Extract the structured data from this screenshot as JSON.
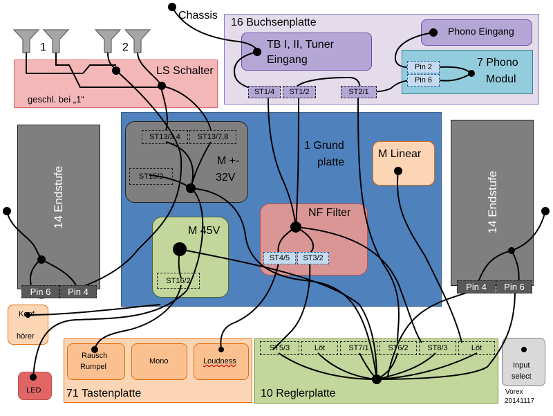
{
  "chassis": "Chassis",
  "speakers": {
    "group1": "1",
    "group2": "2"
  },
  "ls_schalter": {
    "title": "LS Schalter",
    "note": "geschl. bei „1“"
  },
  "buchsenplatte": {
    "title": "16 Buchsenplatte",
    "tb_line1": "TB I, II, Tuner",
    "tb_line2": "Eingang",
    "phono_eingang": "Phono Eingang",
    "st1_4": "ST1/4",
    "st1_2": "ST1/2",
    "st2_1": "ST2/1"
  },
  "phono_modul": {
    "line1": "7 Phono",
    "line2": "Modul",
    "pin2": "Pin 2",
    "pin6": "Pin 6"
  },
  "grundplatte": {
    "line1": "1 Grund",
    "line2": "platte"
  },
  "m_pm32": {
    "line1": "M +-",
    "line2": "32V",
    "st13_34": "ST13/3,4",
    "st13_78": "ST13/7,8",
    "st15_2": "ST15/2"
  },
  "m_linear": "M Linear",
  "m_45v": {
    "title": "M 45V",
    "st16_2": "ST16/2"
  },
  "nf_filter": {
    "title": "NF Filter",
    "st4_5": "ST4/5",
    "st3_2": "ST3/2"
  },
  "endstufe_left": {
    "title": "14 Endstufe",
    "pin6": "Pin 6",
    "pin4": "Pin 4"
  },
  "endstufe_right": {
    "title": "14 Endstufe",
    "pin4": "Pin 4",
    "pin6": "Pin 6"
  },
  "kopfhoerer": {
    "line1": "Kopf-",
    "line2": "hörer"
  },
  "led": "LED",
  "tastenplatte": {
    "title": "71 Tastenplatte",
    "rausch_line1": "Rausch",
    "rausch_line2": "Rumpel",
    "mono": "Mono",
    "loudness": "Loudness"
  },
  "reglerplatte": {
    "title": "10 Reglerplatte",
    "st5_3": "ST5/3",
    "loet1": "Löt",
    "st7_1": "ST7/1",
    "st6_2": "ST6/2",
    "st8_3": "ST8/3",
    "loet2": "Löt"
  },
  "input_select": {
    "line1": "Input",
    "line2": "select"
  },
  "credit": {
    "line1": "Vorex",
    "line2": "20141117"
  },
  "colors": {
    "grundplatte": "#4f81bd",
    "buchsenplatte": "#e4dcea",
    "purple_box": "#b4a7d6",
    "phono_modul": "#93cddd",
    "ls_schalter": "#f4b7b7",
    "dark_module": "#7f7f7f",
    "green": "#c3d69b",
    "orange": "#fcd5b5",
    "nf_filter": "#d99694",
    "led": "#e06666",
    "input_select": "#d9d9d9"
  }
}
